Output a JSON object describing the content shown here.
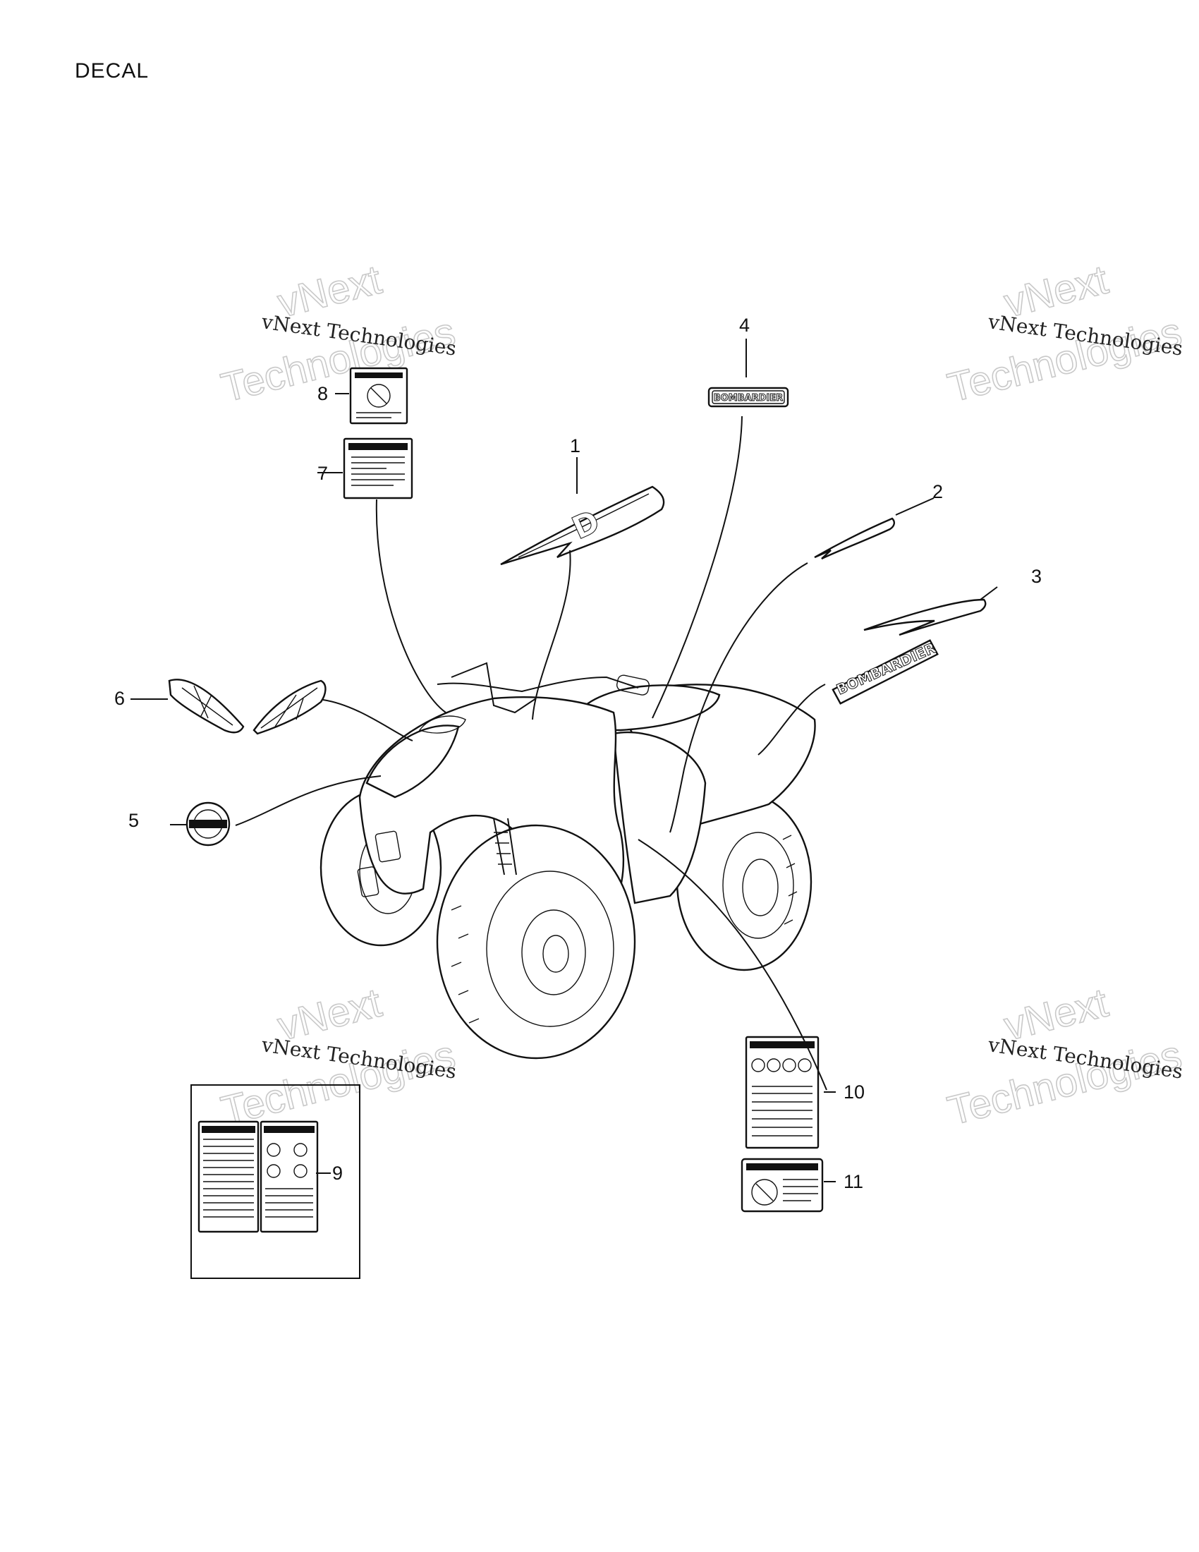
{
  "title": "DECAL",
  "brand_text": "BOMBARDIER",
  "watermark": {
    "line1": "vNext Technologies",
    "big_top": "vNext",
    "big_bottom": "Technologies"
  },
  "callouts": [
    "1",
    "2",
    "3",
    "4",
    "5",
    "6",
    "7",
    "8",
    "9",
    "10",
    "11"
  ]
}
